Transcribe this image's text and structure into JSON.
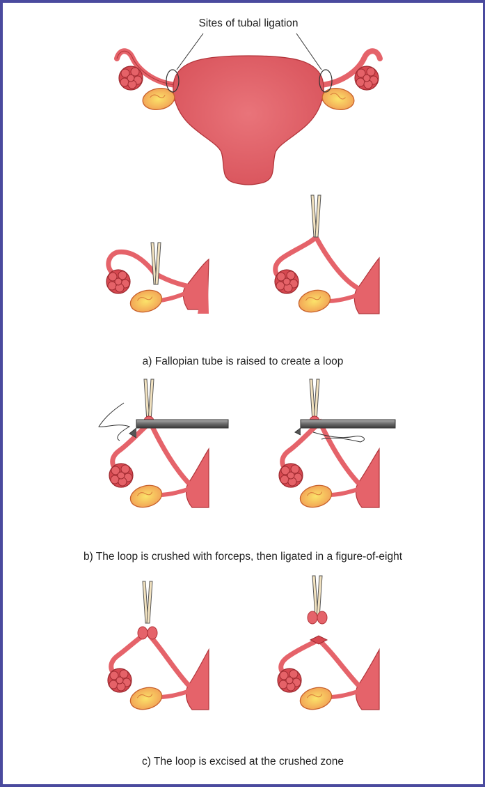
{
  "figure": {
    "sites_label": "Sites of tubal ligation",
    "captions": {
      "a": "a) Fallopian tube is raised to create a loop",
      "b": "b) The loop is crushed with forceps, then ligated in a figure-of-eight",
      "c": "c) The loop is excised at the crushed zone"
    }
  },
  "colors": {
    "frame": "#4a4a9e",
    "tissue": "#e5636a",
    "tissue_dark": "#c0393f",
    "ovary": "#f4a05a",
    "forceps": "#f3e3c0",
    "instrument": "#6d6d6d"
  }
}
